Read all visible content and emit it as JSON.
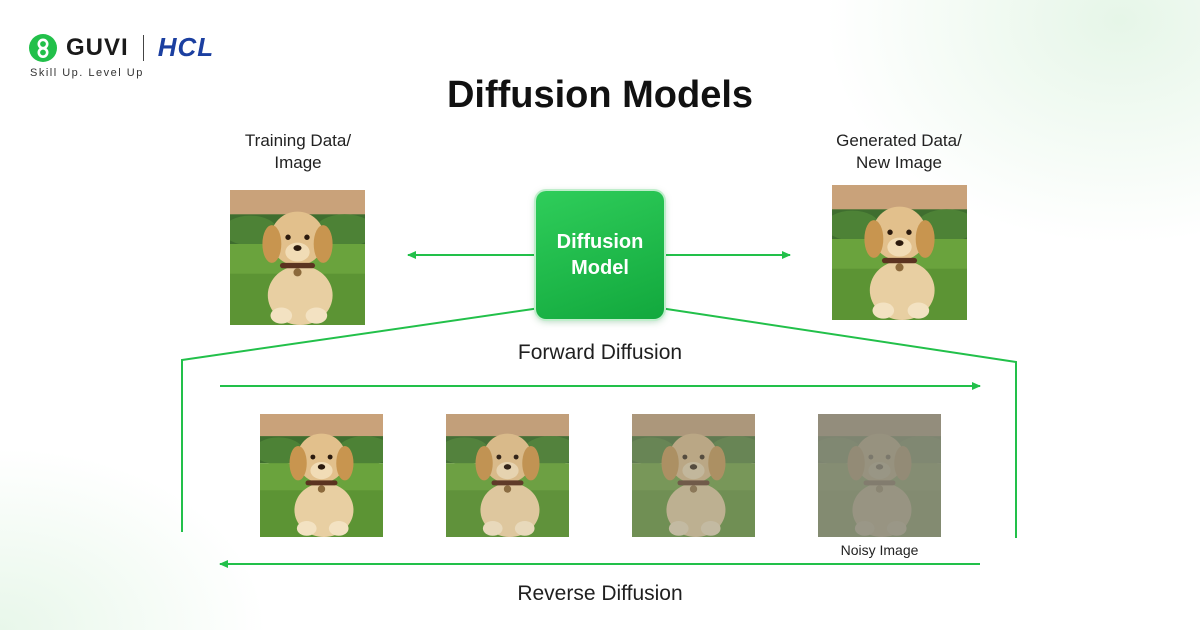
{
  "brand": {
    "name": "GUVI",
    "partner": "HCL",
    "tagline": "Skill Up. Level Up"
  },
  "title": "Diffusion Models",
  "left_caption": {
    "line1": "Training Data/",
    "line2": "Image"
  },
  "right_caption": {
    "line1": "Generated Data/",
    "line2": "New Image"
  },
  "model": {
    "line1": "Diffusion",
    "line2": "Model"
  },
  "forward_label": "Forward Diffusion",
  "reverse_label": "Reverse Diffusion",
  "noisy_label": "Noisy Image",
  "colors": {
    "accent": "#22c04a",
    "brand_blue": "#1b3fa0"
  },
  "noise_steps": [
    0,
    0.1,
    0.45,
    0.85
  ]
}
